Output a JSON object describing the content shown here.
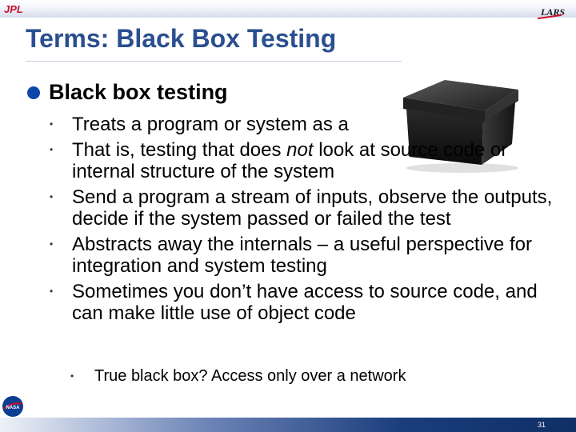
{
  "header": {
    "jpl_logo": "JPL",
    "lars_logo": "LARS"
  },
  "slide": {
    "title": "Terms: Black Box Testing",
    "main_bullet": "Black box testing",
    "sub_bullets": [
      [
        "Treats a program or system as a"
      ],
      [
        "That is, testing that does ",
        "not",
        " look at source code or internal structure of the system"
      ],
      [
        "Send a program a stream of inputs, observe the outputs, decide if the system passed or failed the test"
      ],
      [
        "Abstracts away the internals – a useful perspective for integration and system testing"
      ],
      [
        "Sometimes you don’t have access to source code, and can make little use of object code"
      ]
    ],
    "sub_sub_bullet": "True black box?  Access only over a network"
  },
  "footer": {
    "page_number": "31",
    "nasa_logo": "NASA"
  },
  "icons": {
    "box_image": "black-box-image",
    "main_bullet": "filled-circle-bullet",
    "sub_bullet": "small-dot-bullet"
  },
  "colors": {
    "title": "#2a4f8f",
    "main_bullet": "#0d46a8",
    "jpl_red": "#c8102e",
    "footer_dark": "#0f2f66"
  }
}
